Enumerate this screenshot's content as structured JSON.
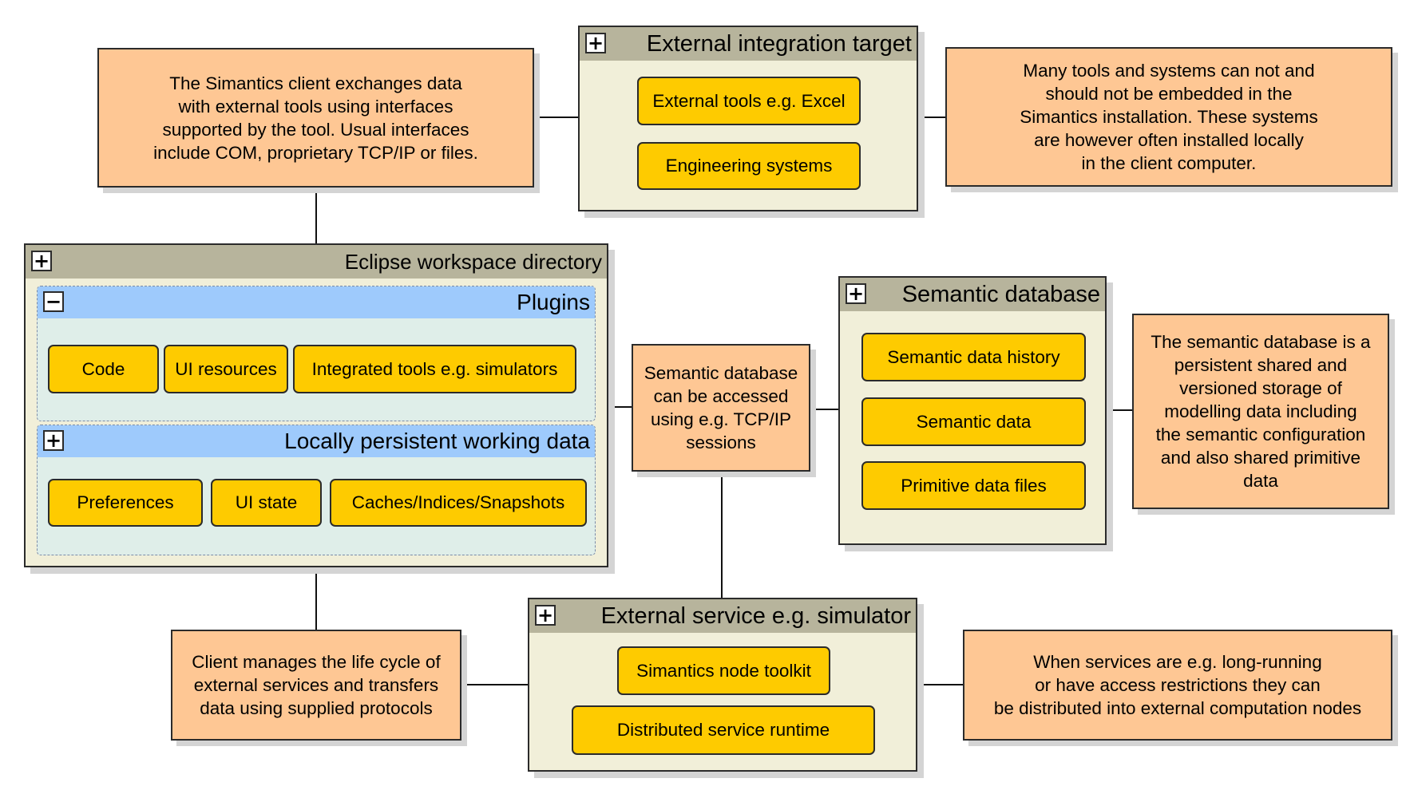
{
  "notes": {
    "simantics_client": "The Simantics client exchanges data\nwith external tools using interfaces\nsupported by the tool. Usual interfaces\ninclude COM, proprietary TCP/IP or files.",
    "tools_systems": "Many tools and systems can not and\nshould not be embedded in the\nSimantics installation. These systems\nare however often installed locally\nin the client computer.",
    "db_access": "Semantic database\ncan be accessed\nusing e.g. TCP/IP\nsessions",
    "db_description": "The semantic database is a\npersistent shared and\nversioned storage of\nmodelling data including\nthe semantic configuration\nand also shared primitive\ndata",
    "client_lifecycle": "Client manages the life cycle of\nexternal services and transfers\ndata using supplied protocols",
    "services_distributed": "When services are e.g. long-running\nor have access restrictions they can\nbe distributed into external computation nodes"
  },
  "groups": {
    "external_integration": {
      "title": "External integration target",
      "toggle": "+",
      "items": [
        "External tools e.g. Excel",
        "Engineering systems"
      ]
    },
    "eclipse_workspace": {
      "title": "Eclipse workspace directory",
      "toggle": "+",
      "plugins": {
        "title": "Plugins",
        "toggle": "−",
        "items": [
          "Code",
          "UI resources",
          "Integrated tools e.g. simulators"
        ]
      },
      "working_data": {
        "title": "Locally persistent working data",
        "toggle": "+",
        "items": [
          "Preferences",
          "UI state",
          "Caches/Indices/Snapshots"
        ]
      }
    },
    "semantic_database": {
      "title": "Semantic database",
      "toggle": "+",
      "items": [
        "Semantic data history",
        "Semantic data",
        "Primitive data files"
      ]
    },
    "external_service": {
      "title": "External service e.g. simulator",
      "toggle": "+",
      "items": [
        "Simantics node toolkit",
        "Distributed service runtime"
      ]
    }
  },
  "colors": {
    "note_fill": "#fec794",
    "group_fill": "#f1efd9",
    "group_header": "#b7b49c",
    "subgroup_fill": "#dfeee9",
    "subgroup_header": "#9ecafc",
    "item_fill": "#fecb00"
  }
}
